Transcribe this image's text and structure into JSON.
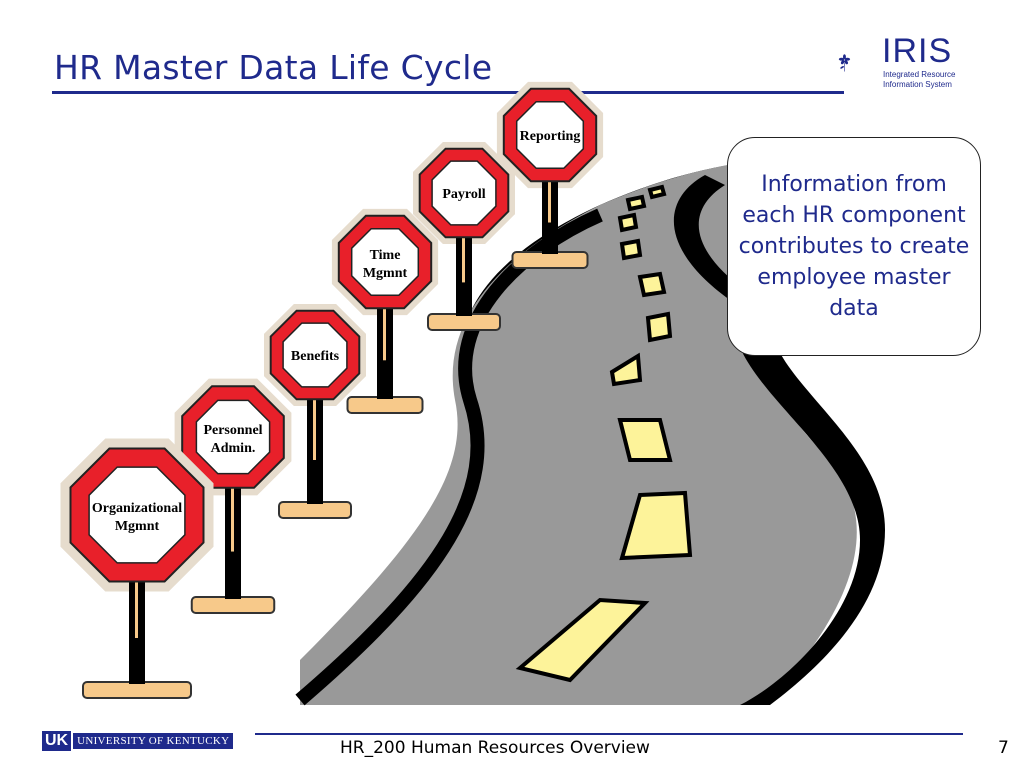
{
  "slide": {
    "title": "HR Master Data Life Cycle",
    "logo": {
      "word": "IRIS",
      "subtitle_line1": "Integrated Resource",
      "subtitle_line2": "Information System",
      "icon": "flower-icon"
    },
    "signs": [
      {
        "line1": "Reporting",
        "line2": ""
      },
      {
        "line1": "Payroll",
        "line2": ""
      },
      {
        "line1": "Time",
        "line2": "Mgmnt"
      },
      {
        "line1": "Benefits",
        "line2": ""
      },
      {
        "line1": "Personnel",
        "line2": "Admin."
      },
      {
        "line1": "Organizational",
        "line2": "Mgmnt"
      }
    ],
    "callout": "Information from each HR component contributes to create employee master data",
    "footer": {
      "university_mark": "UK",
      "university_name": "UNIVERSITY OF KENTUCKY",
      "course": "HR_200 Human Resources Overview",
      "page_number": "7"
    }
  },
  "colors": {
    "accent": "#1f2a8c",
    "sign_red": "#e8202a",
    "road": "#999999",
    "dash": "#fdf39a"
  }
}
